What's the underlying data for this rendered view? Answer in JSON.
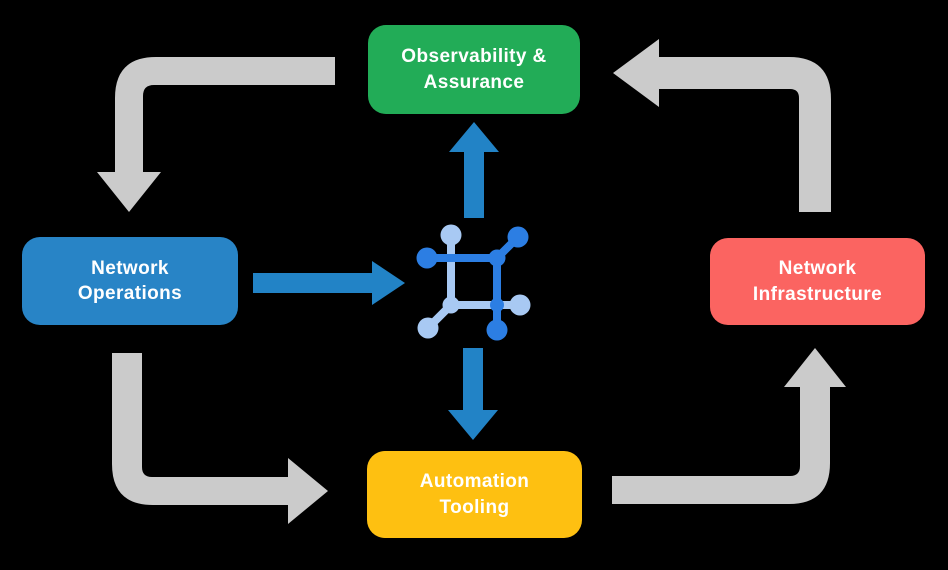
{
  "colors": {
    "background": "#000000",
    "box-green": "#22ac57",
    "box-blue": "#2884c6",
    "box-red": "#fb6461",
    "box-yellow": "#fec011",
    "box-text": "#ffffff",
    "arrow-gray": "#cbcbcb",
    "arrow-blue": "#2283c6",
    "icon-blue": "#2c7ee3",
    "icon-lightblue": "#a8c9f3"
  },
  "diagram": {
    "nodes": {
      "observability": {
        "label": "Observability &\nAssurance",
        "color": "#22ac57"
      },
      "operations": {
        "label": "Network\nOperations",
        "color": "#2884c6"
      },
      "infrastructure": {
        "label": "Network\nInfrastructure",
        "color": "#fb6461"
      },
      "automation": {
        "label": "Automation\nTooling",
        "color": "#fec011"
      }
    },
    "center_icon": {
      "name": "network-platform-icon",
      "style": "connected-nodes-chip"
    },
    "flows": [
      {
        "from": "observability",
        "to": "operations",
        "style": "gray-elbow"
      },
      {
        "from": "operations",
        "to": "automation",
        "style": "gray-elbow"
      },
      {
        "from": "automation",
        "to": "infrastructure",
        "style": "gray-elbow"
      },
      {
        "from": "infrastructure",
        "to": "observability",
        "style": "gray-elbow"
      },
      {
        "from": "operations",
        "to": "center",
        "style": "blue-straight"
      },
      {
        "from": "center",
        "to": "observability",
        "style": "blue-straight"
      },
      {
        "from": "center",
        "to": "automation",
        "style": "blue-straight"
      }
    ]
  }
}
